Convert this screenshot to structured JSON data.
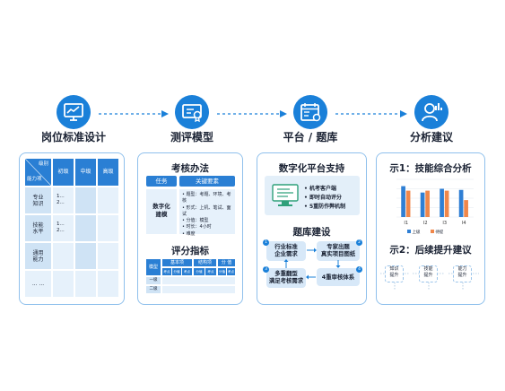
{
  "steps": [
    {
      "label": "岗位标准设计",
      "icon": "monitor-chart-icon"
    },
    {
      "label": "测评模型",
      "icon": "certificate-icon"
    },
    {
      "label": "平台 / 题库",
      "icon": "calendar-settings-icon"
    },
    {
      "label": "分析建议",
      "icon": "person-analysis-icon"
    }
  ],
  "card1": {
    "corner_top": "级别",
    "corner_bottom": "能力项",
    "levels": [
      "初级",
      "中级",
      "高级"
    ],
    "rows": [
      {
        "label": "专业\n知识",
        "items": [
          "1...",
          "2..."
        ]
      },
      {
        "label": "技能\n水平",
        "items": [
          "1...",
          "2..."
        ]
      },
      {
        "label": "通用\n能力",
        "items": []
      },
      {
        "label": "... ...",
        "items": []
      }
    ]
  },
  "card2": {
    "title": "考核办法",
    "col_task": "任务",
    "col_key": "关键要素",
    "task": "数字化\n建模",
    "elements": [
      "• 题型：考题、环境、考核",
      "• 形式：上机、笔试、面试",
      "• 分值：模型",
      "• 时长：4小时",
      "• 难度"
    ],
    "score_title": "评分指标",
    "score_row_head": "模型",
    "score_groups": [
      "基本项",
      "结构项",
      "分 值"
    ],
    "score_subcols": [
      "考点",
      "分值",
      "考点",
      "分值",
      "考点",
      "分值",
      "考点",
      "分值"
    ],
    "score_rows": [
      "一级",
      "二级"
    ]
  },
  "card3": {
    "title": "数字化平台支持",
    "features": [
      "机考客户端",
      "即时自动评分",
      "5重防作弊机制"
    ],
    "bank_title": "题库建设",
    "flow": [
      {
        "num": "1",
        "text": "行业标准\n企业需求"
      },
      {
        "num": "2",
        "text": "专家出题\n真实项目图纸"
      },
      {
        "num": "3",
        "text": "多重翻型\n满足考核需求"
      },
      {
        "num": "4",
        "text": "4重审核体系"
      }
    ]
  },
  "card4": {
    "title1": "示1：技能综合分析",
    "categories": [
      "I1",
      "I2",
      "I3",
      "I4"
    ],
    "legend": [
      "上级",
      "待提"
    ],
    "title2": "示2：后续提升建议",
    "suggestions": [
      "知识\n提升",
      "技能\n提升",
      "能力\n提升"
    ]
  },
  "chart_data": {
    "type": "bar",
    "title": "示1：技能综合分析",
    "categories": [
      "I1",
      "I2",
      "I3",
      "I4"
    ],
    "series": [
      {
        "name": "上级",
        "values": [
          82,
          65,
          75,
          72
        ]
      },
      {
        "name": "待提",
        "values": [
          70,
          70,
          70,
          45
        ]
      }
    ],
    "ylim": [
      0,
      100
    ],
    "colors": [
      "#2f7fd4",
      "#f0874a"
    ],
    "legend": "bottom"
  },
  "colors": {
    "accent": "#1a80d9",
    "light": "#cfe3f5",
    "border": "#8fc0ec",
    "orange": "#f0874a"
  }
}
